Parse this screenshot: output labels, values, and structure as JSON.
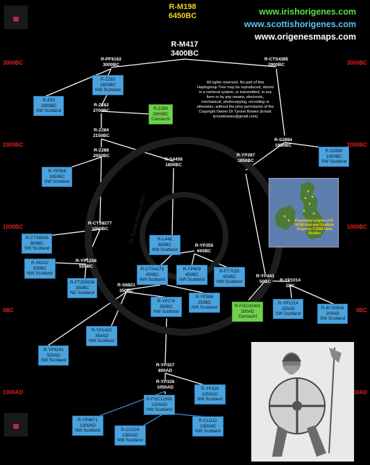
{
  "root": {
    "name": "R-M198",
    "date": "6450BC"
  },
  "root2": {
    "name": "R-M417",
    "date": "3400BC"
  },
  "urls": [
    "www.irishorigenes.com",
    "www.scottishorigenes.com",
    "www.origenesmaps.com"
  ],
  "url_colors": [
    "#5fe04a",
    "#58c3f2",
    "#ffffff"
  ],
  "eras": [
    "3000BC",
    "2000BC",
    "1000BC",
    "0BC",
    "1000AD"
  ],
  "copyright": "All rights reserved. No part of this Haplogroup Tree may be reproduced, stored in a retrieval system, or transmitted, in any form or by any means, electronic, mechanical, photocopying, recording or otherwise, without the prior permission of the Copyright Owner Dr Tyrone Bowes (Email: tyronebowes@gmail.com)",
  "map_caption": "Pinpointed origins of R-M198 Irish and Scottish Origenes Y-DNA Case Studies",
  "watermark": "Dr Tyrone Bowes 2024",
  "nodes": {
    "pf6162": {
      "name": "R-PF6162",
      "date": "3000BC"
    },
    "cts4385": {
      "name": "R-CTS4385",
      "date": "2900BC"
    },
    "z282": {
      "name": "R-Z282",
      "date": "2700BC"
    },
    "z284": {
      "name": "R-Z284",
      "date": "2150BC"
    },
    "z288": {
      "name": "R-Z288",
      "date": "2050BC"
    },
    "s4458": {
      "name": "R-S4458",
      "date": "1800BC"
    },
    "s2894": {
      "name": "R-S2894",
      "date": "1950BC"
    },
    "yp287": {
      "name": "R-YP287",
      "date": "1850BC"
    },
    "cts8277": {
      "name": "R-CTS8277",
      "date": "1050BC"
    },
    "yp355": {
      "name": "R-YP355",
      "date": "600BC"
    },
    "yp1258": {
      "name": "R-YP1258",
      "date": "550BC"
    },
    "s6821": {
      "name": "R-S6821",
      "date": "350BC"
    },
    "yp441": {
      "name": "R-YP441",
      "date": "50BC"
    },
    "yp1014": {
      "name": "R-YP1014",
      "date": "1BC"
    },
    "yp327": {
      "name": "R-YP327",
      "date": "800AD"
    },
    "yp326n": {
      "name": "R-YP326",
      "date": "1050AD"
    }
  },
  "boxes": {
    "z283": {
      "name": "R-Z283",
      "date": "2800BC",
      "loc": "NW Scotland"
    },
    "z93": {
      "name": "R-Z93",
      "date": "2900BC",
      "loc": "SW Scotland"
    },
    "z280": {
      "name": "R-Z280",
      "date": "2650BC",
      "loc": "Connacht"
    },
    "s2880": {
      "name": "R-S2880",
      "date": "1800BC",
      "loc": "SW Scotland"
    },
    "yp556": {
      "name": "R-YP556",
      "date": "1650BC",
      "loc": "SW Scotland"
    },
    "cts6635": {
      "name": "R-CTS6635",
      "date": "800BC",
      "loc": "SW Scotland"
    },
    "l448": {
      "name": "R-L448",
      "date": "850BC",
      "loc": "NW Scotland"
    },
    "s6242": {
      "name": "R-S6242",
      "date": "500BC",
      "loc": "NW Scotland"
    },
    "cts4179": {
      "name": "R-CTS4179",
      "date": "450BC",
      "loc": "NW Scotland"
    },
    "yp609": {
      "name": "R-YP609",
      "date": "450BC",
      "loc": "NW Scotland"
    },
    "ft7019": {
      "name": "R-FT7019",
      "date": "400BC",
      "loc": "NW Scotland"
    },
    "ft205936": {
      "name": "R-FT205936",
      "date": "350BC",
      "loc": "NE Scotland"
    },
    "yp276": {
      "name": "R-YP276",
      "date": "350BC",
      "loc": "NW Scotland"
    },
    "yp386": {
      "name": "R-YP386",
      "date": "250BC",
      "loc": "NW Scotland"
    },
    "fgc41401": {
      "name": "R-FGC41401",
      "date": "200AD",
      "loc": "Connacht"
    },
    "yp1214": {
      "name": "R-YP1214",
      "date": "150AD",
      "loc": "SW Scotland"
    },
    "by30506": {
      "name": "R-BY30506",
      "date": "200AD",
      "loc": "SW Scotland"
    },
    "yp1420": {
      "name": "R-YP1420",
      "date": "350AD",
      "loc": "NW Scotland"
    },
    "yp4241": {
      "name": "R-YP4241",
      "date": "550AD",
      "loc": "SW Scotland"
    },
    "yp326b": {
      "name": "R-YP326",
      "date": "1050AD",
      "loc": "NW Scotland"
    },
    "fgc11896": {
      "name": "R-FGC11896",
      "date": "1200AD",
      "loc": "NW Scotland"
    },
    "yp4871": {
      "name": "R-YP4871",
      "date": "1300AD",
      "loc": "NW Scotland"
    },
    "cld24": {
      "name": "R-CLD24",
      "date": "1350AD",
      "loc": "NW Scotland"
    },
    "cld12": {
      "name": "R-CLD12",
      "date": "1300AD",
      "loc": "NW Scotland"
    }
  },
  "colors": {
    "era": "#e02020",
    "root": "#f4d11b",
    "box": "#4aa3df",
    "box_green": "#6fd24a",
    "line_white": "#ffffff",
    "line_blue": "#3a86d8"
  }
}
